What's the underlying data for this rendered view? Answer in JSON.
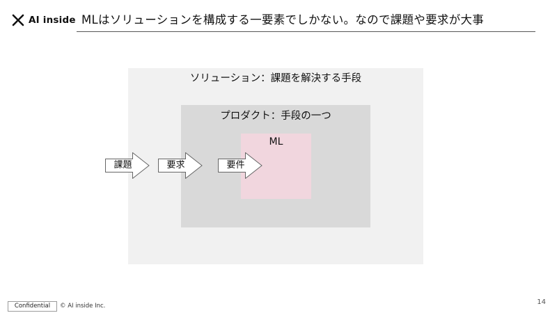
{
  "header": {
    "logo_text": "AI inside",
    "title": "MLはソリューションを構成する一要素でしかない。なので課題や要求が大事"
  },
  "diagram": {
    "solution_label": "ソリューション：課題を解決する手段",
    "product_label": "プロダクト：手段の一つ",
    "ml_label": "ML",
    "arrows": [
      {
        "label": "課題"
      },
      {
        "label": "要求"
      },
      {
        "label": "要件"
      }
    ]
  },
  "colors": {
    "solution_box": "#f1f1f1",
    "product_box": "#d9d9d9",
    "ml_box": "#f1d6de",
    "arrow_fill": "#ffffff",
    "arrow_stroke": "#666666"
  },
  "footer": {
    "confidential": "Confidential",
    "copyright": "© AI inside Inc.",
    "page_number": "14"
  }
}
